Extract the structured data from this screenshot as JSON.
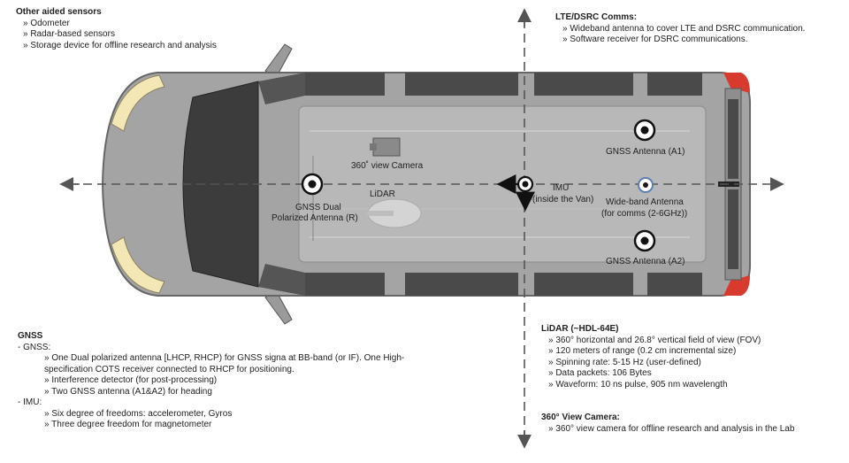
{
  "other_sensors": {
    "title": "Other aided sensors",
    "items": [
      "» Odometer",
      "» Radar-based sensors",
      "» Storage device for offline research and analysis"
    ]
  },
  "comms": {
    "title": "LTE/DSRC Comms:",
    "items": [
      "» Wideband antenna to cover LTE and DSRC communication.",
      "» Software receiver for DSRC communications."
    ]
  },
  "gnss": {
    "title": "GNSS",
    "sub1": "- GNSS:",
    "sub1_items": [
      "» One Dual polarized antenna [LHCP, RHCP) for GNSS signa at BB-band (or IF). One High-specification COTS receiver connected to RHCP for positioning.",
      "» Interference detector (for post-processing)",
      "» Two GNSS antenna (A1&A2) for heading"
    ],
    "sub2": "- IMU:",
    "sub2_items": [
      "» Six degree of freedoms: accelerometer, Gyros",
      "» Three degree freedom for magnetometer"
    ]
  },
  "lidar": {
    "title": "LiDAR (~HDL-64E)",
    "items": [
      "» 360° horizontal and 26.8° vertical field of view (FOV)",
      "» 120 meters of range (0.2 cm incremental size)",
      "» Spinning rate: 5-15 Hz (user-defined)",
      "» Data packets: 106 Bytes",
      "» Waveform: 10 ns pulse, 905 nm wavelength"
    ]
  },
  "camera": {
    "title": "360° View Camera:",
    "items": [
      "» 360° view camera for offline research and analysis in the Lab"
    ]
  },
  "van_labels": {
    "camera": "360˚ view Camera",
    "lidar": "LiDAR",
    "gnss_dual_1": "GNSS Dual",
    "gnss_dual_2": "Polarized Antenna (R)",
    "imu_1": "IMU",
    "imu_2": "(inside the Van)",
    "a1": "GNSS Antenna (A1)",
    "wide_1": "Wide-band Antenna",
    "wide_2": "(for comms (2-6GHz))",
    "a2": "GNSS Antenna (A2)"
  }
}
